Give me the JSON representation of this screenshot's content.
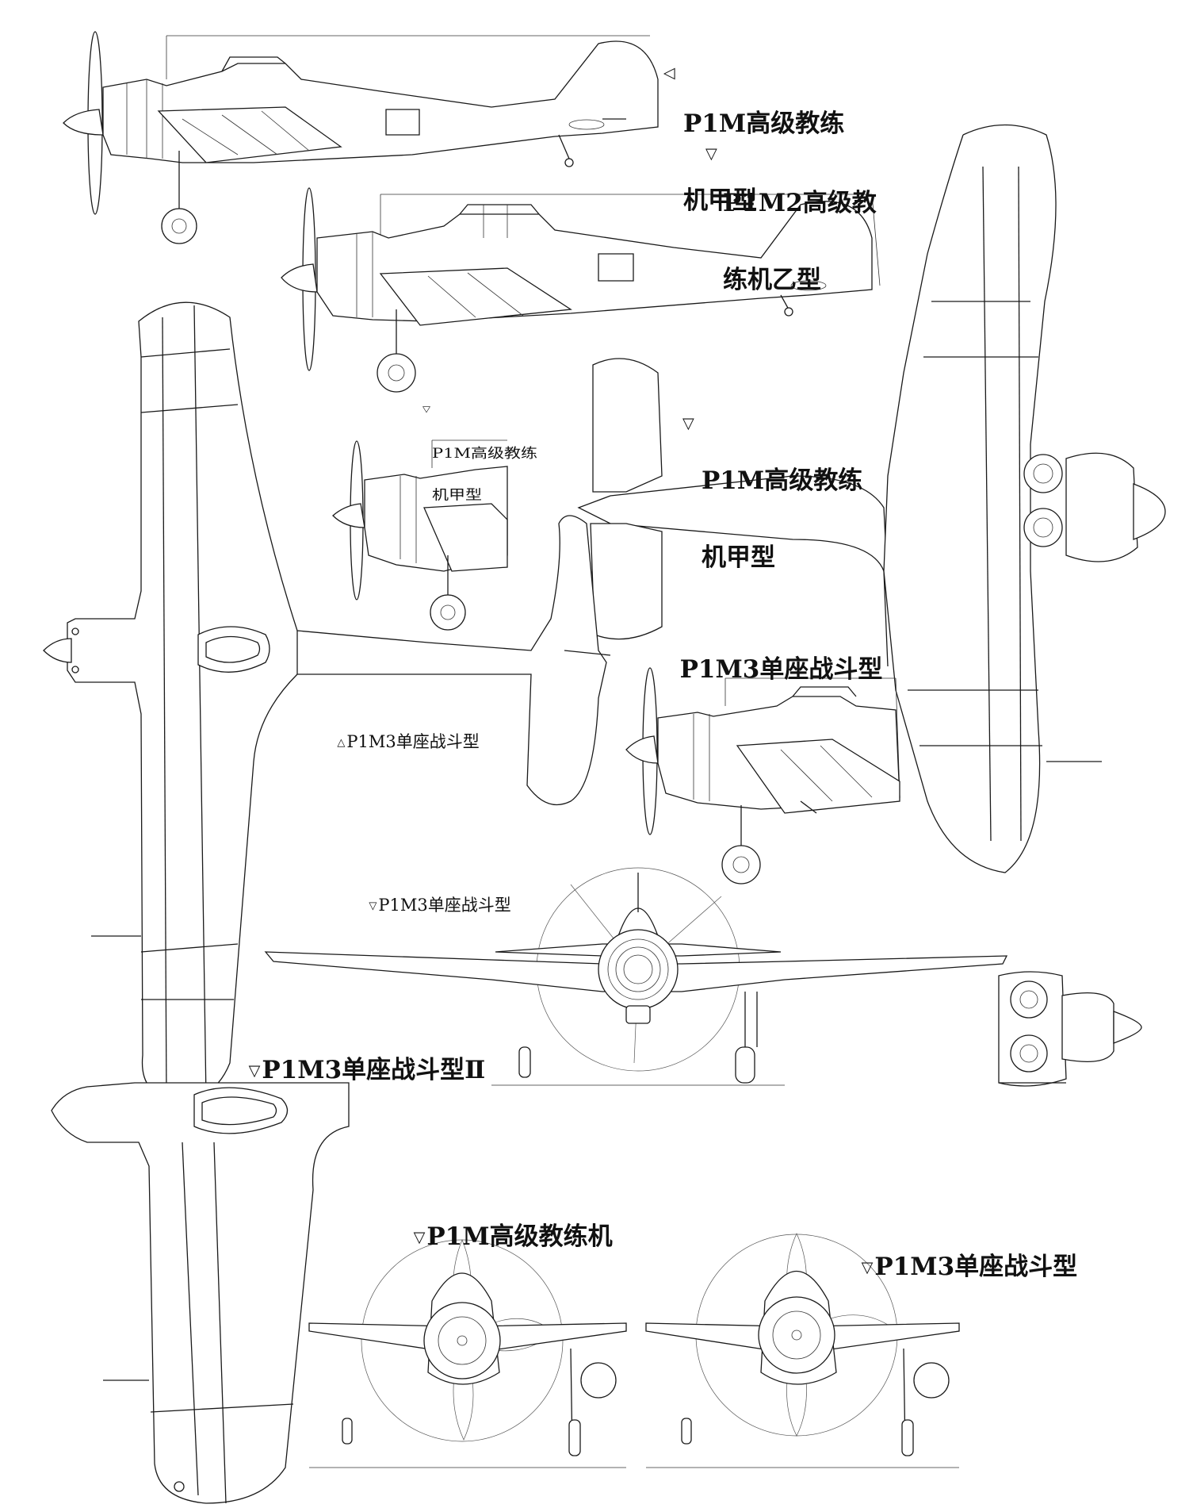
{
  "labels": {
    "p1m_side_top": {
      "marker": "◁",
      "line1": "P1M高级教练",
      "line2": "机甲型"
    },
    "p1m2_side": {
      "marker": "▽",
      "line1": "P1M2高级教",
      "line2": "练机乙型"
    },
    "p1m_small": {
      "marker": "▽",
      "line1": "P1M高级教练",
      "line2": "机甲型"
    },
    "p1m_underside": {
      "marker": "▽",
      "line1": "P1M高级教练",
      "line2": "机甲型"
    },
    "p1m3_side": {
      "text": "P1M3单座战斗型"
    },
    "p1m3_top": {
      "marker": "△",
      "text": "P1M3单座战斗型"
    },
    "p1m3_front_wide": {
      "marker": "▽",
      "text": "P1M3单座战斗型"
    },
    "p1m3_ii": {
      "marker": "▽",
      "text": "P1M3单座战斗型Ⅱ"
    },
    "p1m_front": {
      "marker": "▽",
      "text": "P1M高级教练机"
    },
    "p1m3_front": {
      "marker": "▽",
      "text": "P1M3单座战斗型"
    }
  }
}
